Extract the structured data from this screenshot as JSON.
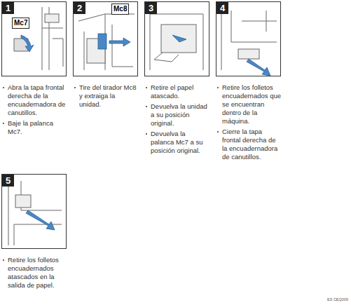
{
  "diagram": {
    "nodes": [
      {
        "text": [
          "1"
        ]
      },
      {
        "text": [
          "Mc7"
        ],
        "in": 0
      },
      {
        "text": [
          "2"
        ]
      },
      {
        "text": [
          "Mc8"
        ],
        "in": 2
      },
      {
        "text": [
          "3"
        ]
      },
      {
        "text": [
          "4"
        ]
      },
      {
        "text": [
          "5"
        ]
      }
    ],
    "labels": [
      "Abra la tapa frontal derecha de la encuadernadora de canutillos.",
      "Baje la palanca Mc7.",
      "Tire del tirador Mc8 y extraiga la unidad.",
      "Retire el papel atascado.",
      "Devuelva la unidad a su posición original.",
      "Devuelva la palanca Mc7 a su posición original.",
      "Retire los folletos encuadernados que se encuentran dentro de la máquina.",
      "Cierre la tapa frontal derecha de la encuadernadora de canutillos.",
      "Retire los folletos encuadernados atascados en la salida de papel.",
      "ES CEQ006"
    ]
  }
}
